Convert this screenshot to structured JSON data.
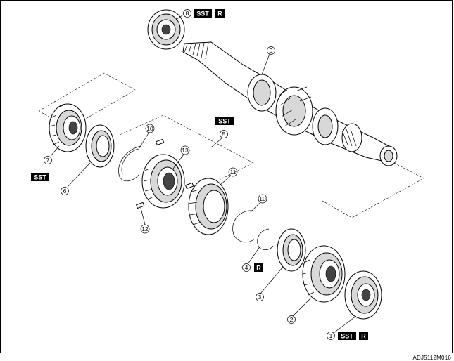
{
  "diagram": {
    "code": "ADJ5112M016",
    "badges": {
      "sst": "SST",
      "r": "R"
    },
    "callouts": [
      {
        "id": "1",
        "label": "1"
      },
      {
        "id": "2",
        "label": "2"
      },
      {
        "id": "3",
        "label": "3"
      },
      {
        "id": "4",
        "label": "4"
      },
      {
        "id": "5",
        "label": "5"
      },
      {
        "id": "6",
        "label": "6"
      },
      {
        "id": "7",
        "label": "7"
      },
      {
        "id": "8",
        "label": "8"
      },
      {
        "id": "9",
        "label": "9"
      },
      {
        "id": "10a",
        "label": "10"
      },
      {
        "id": "10b",
        "label": "10"
      },
      {
        "id": "11",
        "label": "11"
      },
      {
        "id": "12",
        "label": "12"
      },
      {
        "id": "13",
        "label": "13"
      }
    ]
  }
}
